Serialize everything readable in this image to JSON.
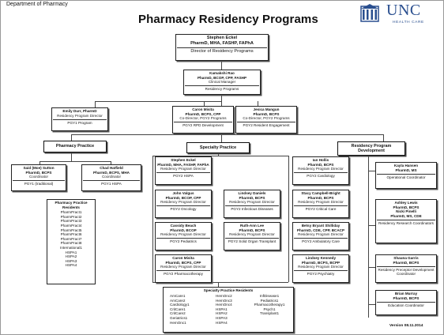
{
  "header": {
    "department": "Department of Pharmacy",
    "title": "Pharmacy Residency Programs",
    "logo": "UNC",
    "logo_sub": "HEALTH CARE",
    "logo_icon": "building-columns-icon"
  },
  "top": {
    "name": "Stephen Eckel",
    "cred": "PharmD, MHA, FASHP, FAPhA",
    "role": "Director of Residency Programs"
  },
  "manager": {
    "name": "Kamakshi Rao",
    "cred": "PharmD, BCOP, CPP, FASHP",
    "title": "Clinical Manager",
    "role": "Residency Programs"
  },
  "dorr": {
    "name": "Emily Durr, PharmD",
    "title": "Residency Program Director",
    "role": "PGY1 Program"
  },
  "mistle": {
    "name": "Caron Misita",
    "cred": "PharmD, BCPS, CPP",
    "title": "Co-Director, PGY2 Programs",
    "role": "PGY2 RPD Development"
  },
  "mangun": {
    "name": "Jesica Mangun",
    "cred": "PharmD, BCPS",
    "title": "Co-Director, PGY2 Programs",
    "role": "PGY2 Resident Engagement"
  },
  "categories": {
    "practice": "Pharmacy Practice",
    "specialty": "Specialty Practice",
    "development": "Residency Program Development"
  },
  "sutton": {
    "name": "Said (Moe) Sutton",
    "cred": "PharmD, BCPS",
    "title": "Coordinator",
    "role": "PGY1 (traditional)"
  },
  "hatfield": {
    "name": "Chad Hatfield",
    "cred": "PharmD, BCPS, MHA",
    "title": "Coordinator",
    "role": "PGY1 HSPA"
  },
  "practice_residents": {
    "heading": [
      "Pharmacy Practice",
      "Residents"
    ],
    "items": [
      "PharmPract1",
      "PharmPract2",
      "PharmPract3",
      "PharmPract4",
      "PharmPract5",
      "PharmPract6",
      "PharmPract7",
      "PharmPract8",
      "International1",
      "HSPA1",
      "HSPA2",
      "HSPA3",
      "HSPA4"
    ]
  },
  "spec_left": [
    {
      "name": "Stephen Eckel",
      "cred": "PharmD, MHA, FASHP, FAPhA",
      "title": "Residency Program Director",
      "role": "PGY2 HSPA"
    },
    {
      "name": "John Valgus",
      "cred": "PharmD, BCOP, CPP",
      "title": "Residency Program Director",
      "role": "PGY2 Oncology"
    },
    {
      "name": "Cassidy Beach",
      "cred": "PharmD, BCOP",
      "title": "Residency Program Director",
      "role": "PGY2 Pediatrics"
    },
    {
      "name": "Caron Misita",
      "cred": "PharmD, BCPS, CPP",
      "title": "Residency Program Director",
      "role": "PGY2 Pharmacotherapy"
    }
  ],
  "spec_mid": [
    {
      "name": "Lindsey Daniels",
      "cred": "PharmD, BCPS",
      "title": "Residency Program Director",
      "role": "PGY2 Infectious Diseases"
    },
    {
      "name": "Ruth-Ann Lee",
      "cred": "PharmD, BCPS",
      "title": "Residency Program Director",
      "role": "PGY2 Solid Organ Transplant"
    }
  ],
  "spec_right": [
    {
      "name": "Ian Hollis",
      "cred": "PharmD, BCPS",
      "title": "Residency Program Director",
      "role": "PGY2 Cardiology"
    },
    {
      "name": "Stacy Campbell-Bright",
      "cred": "PharmD, BCPS",
      "title": "Residency Program Director",
      "role": "PGY2 Critical Care"
    },
    {
      "name": "Betsy Bryant Shilliday",
      "cred": "PharmD, CDE, CPP, BCACP",
      "title": "Residency Program Director",
      "role": "PGY2 Ambulatory Care"
    },
    {
      "name": "Lindsey Kennedy",
      "cred": "PharmD, BCPS, BCPP",
      "title": "Residency Program Director",
      "role": "PGY2 Psychiatry"
    }
  ],
  "dev": [
    {
      "name": "Kayla Hansen",
      "cred": "PharmD, MS",
      "role": "Operational Coordinator"
    },
    {
      "name": "Ashley Lewis",
      "cred": "PharmD, BCPS",
      "name2": "Nicki Pinelli",
      "cred2": "PharmD, MS, CDE",
      "role": "Residency Research Coordinators"
    },
    {
      "name": "Shauna Garris",
      "cred": "PharmD, BCPS",
      "role": "Residency Preceptor Development Coordinator"
    },
    {
      "name": "Brian Murray",
      "cred": "PharmD, BCPS",
      "role": "Education Coordinator"
    }
  ],
  "spec_residents": {
    "heading": "Specialty Practice Residents",
    "col1": [
      "AmCare1",
      "AmCare2",
      "Cardiology1",
      "CritCare1",
      "CritCare2",
      "Geriatrics1",
      "HemOnc1"
    ],
    "col2": [
      "HemOnc2",
      "HemOnc3",
      "HemOnc4",
      "HSPA1",
      "HSPA2",
      "HSPA3",
      "HSPA4"
    ],
    "col3": [
      "InfDisease1",
      "Pediatrics1",
      "Pharmacotherapy1",
      "Psych1",
      "Transplant1"
    ]
  },
  "version": "Version 08.11.2014"
}
